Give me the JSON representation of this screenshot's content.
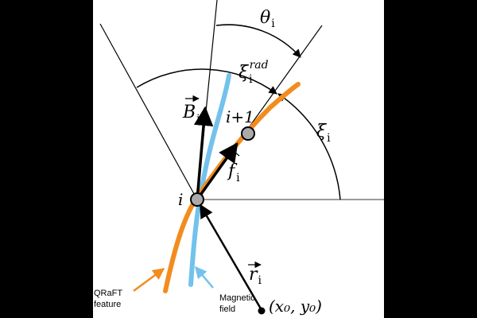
{
  "colors": {
    "background_outer": "#000000",
    "panel": "#ffffff",
    "line": "#000000",
    "ref_line": "#7a7a7a",
    "qraft": "#f28c1e",
    "magnetic": "#72c2ec",
    "node_fill": "#aaaaaa"
  },
  "labels": {
    "theta": "θ",
    "theta_sub": "i",
    "xi_rad": "ξ",
    "xi_rad_sub": "i",
    "xi_rad_sup": "rad",
    "xi": "ξ",
    "xi_sub": "i",
    "B": "B",
    "B_sub": "i",
    "f": "f",
    "f_sub": "i",
    "r": "r",
    "r_sub": "i",
    "node_i": "i",
    "node_i1": "i+1",
    "origin": "(x₀, y₀)",
    "qraft_line1": "QRaFT",
    "qraft_line2": "feature",
    "mag_line1": "Magnetic",
    "mag_line2": "field"
  },
  "icons": {
    "arrow": "arrowhead",
    "node": "circle-node",
    "origin": "filled-dot"
  }
}
